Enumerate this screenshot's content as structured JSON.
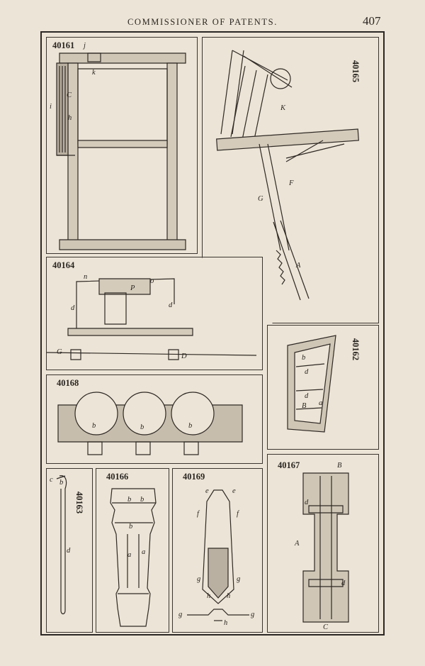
{
  "page": {
    "running_head": "COMMISSIONER OF PATENTS.",
    "page_number": "407"
  },
  "figures": {
    "40161": {
      "number": "40161",
      "labels": {
        "j": "j",
        "k": "k",
        "c": "C",
        "i": "i",
        "h": "h"
      }
    },
    "40165": {
      "number": "40165",
      "labels": {
        "k": "K",
        "g": "G",
        "f": "F",
        "a": "A"
      }
    },
    "40164": {
      "number": "40164",
      "labels": {
        "n": "n",
        "p": "P",
        "o": "o",
        "d1": "d",
        "d2": "d",
        "g": "G",
        "dd": "D"
      }
    },
    "40162": {
      "number": "40162",
      "labels": {
        "b1": "b",
        "d1": "d",
        "d2": "d",
        "b2": "B",
        "a": "a"
      }
    },
    "40168": {
      "number": "40168",
      "labels": {
        "b1": "b",
        "b2": "b",
        "b3": "b"
      }
    },
    "40163": {
      "number": "40163",
      "labels": {
        "b": "b",
        "c": "c",
        "d": "d"
      }
    },
    "40166": {
      "number": "40166",
      "labels": {
        "b1": "b",
        "b2": "b",
        "b3": "b",
        "a1": "a",
        "a2": "a"
      }
    },
    "40169": {
      "number": "40169",
      "labels": {
        "e1": "e",
        "e2": "e",
        "f1": "f",
        "f2": "f",
        "g1": "g",
        "g2": "g",
        "h1": "h",
        "h2": "h",
        "g3": "g",
        "h3": "h",
        "g4": "g"
      }
    },
    "40167": {
      "number": "40167",
      "labels": {
        "b": "B",
        "d1": "d",
        "a": "A",
        "d2": "d",
        "c": "C"
      }
    }
  }
}
